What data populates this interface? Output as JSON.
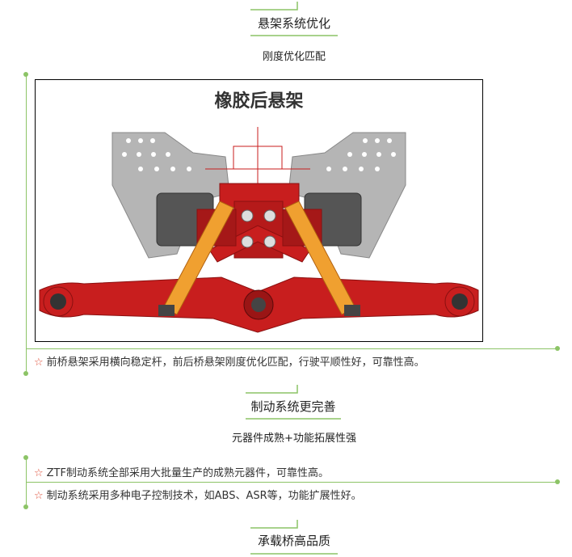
{
  "sections": [
    {
      "title": "悬架系统优化",
      "subtitle": "刚度优化匹配",
      "image_caption": "橡胶后悬架",
      "bullets": [
        "前桥悬架采用横向稳定杆，前后桥悬架刚度优化匹配，行驶平顺性好，可靠性高。"
      ]
    },
    {
      "title": "制动系统更完善",
      "subtitle": "元器件成熟+功能拓展性强",
      "bullets": [
        "ZTF制动系统全部采用大批量生产的成熟元器件，可靠性高。",
        "制动系统采用多种电子控制技术，如ABS、ASR等，功能扩展性好。"
      ]
    },
    {
      "title": "承载桥高品质"
    }
  ],
  "bullet_marker": "☆",
  "colors": {
    "accent_line": "#8cc466",
    "marker": "#e0503a",
    "frame_red": "#c81e1e",
    "shock": "#f0a030"
  }
}
